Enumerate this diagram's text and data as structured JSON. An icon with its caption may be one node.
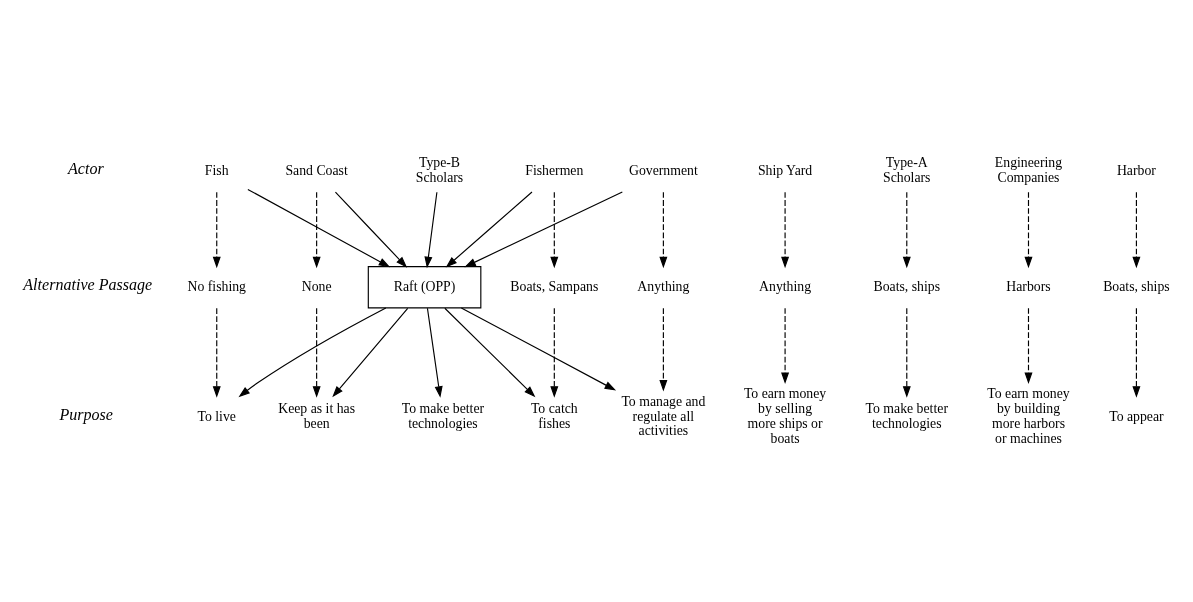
{
  "diagram": {
    "nodes": [
      {
        "text": [
          "Fish"
        ]
      },
      {
        "text": [
          "Sand Coast"
        ]
      },
      {
        "text": [
          "Fishermen"
        ]
      },
      {
        "text": [
          "Government"
        ]
      },
      {
        "text": [
          "Type-B Scholars"
        ]
      },
      {
        "text": [
          "Ship Yard"
        ]
      },
      {
        "text": [
          "Type-A Scholars"
        ]
      },
      {
        "text": [
          "Engineering Companies"
        ]
      },
      {
        "text": [
          "Harbor"
        ]
      },
      {
        "text": [
          "No fishing"
        ]
      },
      {
        "text": [
          "None"
        ]
      },
      {
        "text": [
          "Boats, Sampans"
        ]
      },
      {
        "text": [
          "Anything"
        ]
      },
      {
        "text": [
          "Raft (OPP)"
        ]
      },
      {
        "text": [
          "Anything"
        ]
      },
      {
        "text": [
          "Boats, ships"
        ]
      },
      {
        "text": [
          "Harbors"
        ]
      },
      {
        "text": [
          "Boats, ships"
        ]
      },
      {
        "text": [
          "To live"
        ]
      },
      {
        "text": [
          "Keep as it has been"
        ]
      },
      {
        "text": [
          "To catch fishes"
        ]
      },
      {
        "text": [
          "To manage and regulate all activities"
        ]
      },
      {
        "text": [
          "To make better technologies"
        ]
      },
      {
        "text": [
          "To earn money by selling more ships or boats"
        ]
      },
      {
        "text": [
          "To make better technologies"
        ]
      },
      {
        "text": [
          "To earn money by building more harbors or machines"
        ]
      },
      {
        "text": [
          "To appear"
        ]
      }
    ],
    "edges": [
      {
        "from": 0,
        "to": 9,
        "arrow": "to",
        "style": "dashed"
      },
      {
        "from": 1,
        "to": 10,
        "arrow": "to",
        "style": "dashed"
      },
      {
        "from": 2,
        "to": 11,
        "arrow": "to",
        "style": "dashed"
      },
      {
        "from": 3,
        "to": 12,
        "arrow": "to",
        "style": "dashed"
      },
      {
        "from": 0,
        "to": 13,
        "arrow": "to"
      },
      {
        "from": 1,
        "to": 13,
        "arrow": "to"
      },
      {
        "from": 2,
        "to": 13,
        "arrow": "to"
      },
      {
        "from": 3,
        "to": 13,
        "arrow": "to"
      },
      {
        "from": 4,
        "to": 13,
        "arrow": "to"
      },
      {
        "from": 5,
        "to": 14,
        "arrow": "to",
        "style": "dashed"
      },
      {
        "from": 6,
        "to": 15,
        "arrow": "to",
        "style": "dashed"
      },
      {
        "from": 7,
        "to": 16,
        "arrow": "to",
        "style": "dashed"
      },
      {
        "from": 8,
        "to": 17,
        "arrow": "to",
        "style": "dashed"
      },
      {
        "from": 9,
        "to": 18,
        "arrow": "to",
        "style": "dashed"
      },
      {
        "from": 10,
        "to": 19,
        "arrow": "to",
        "style": "dashed"
      },
      {
        "from": 11,
        "to": 20,
        "arrow": "to",
        "style": "dashed"
      },
      {
        "from": 12,
        "to": 21,
        "arrow": "to",
        "style": "dashed"
      },
      {
        "from": 13,
        "to": 18,
        "arrow": "to"
      },
      {
        "from": 13,
        "to": 19,
        "arrow": "to"
      },
      {
        "from": 13,
        "to": 20,
        "arrow": "to"
      },
      {
        "from": 13,
        "to": 21,
        "arrow": "to"
      },
      {
        "from": 13,
        "to": 22,
        "arrow": "to"
      },
      {
        "from": 14,
        "to": 23,
        "arrow": "to",
        "style": "dashed"
      },
      {
        "from": 15,
        "to": 24,
        "arrow": "to",
        "style": "dashed"
      },
      {
        "from": 16,
        "to": 25,
        "arrow": "to",
        "style": "dashed"
      },
      {
        "from": 17,
        "to": 26,
        "arrow": "to",
        "style": "dashed"
      }
    ],
    "labels": [
      "Actor",
      "Alternative Passage",
      "Purpose"
    ]
  }
}
